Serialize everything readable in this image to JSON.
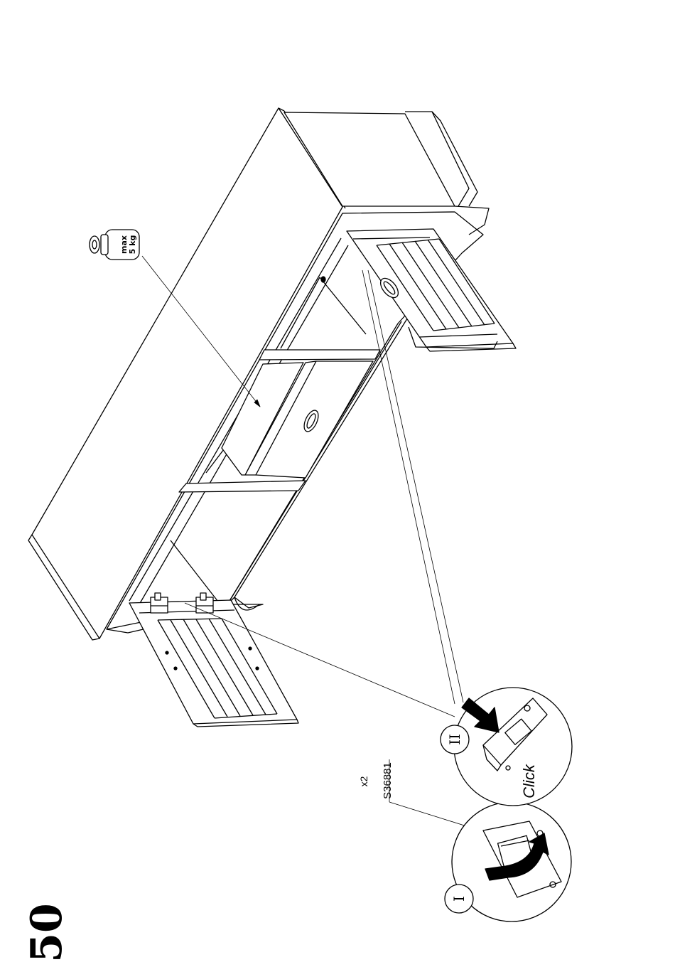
{
  "step": {
    "number": "50"
  },
  "weight_limit": {
    "line1": "max",
    "line2": "5 kg"
  },
  "part": {
    "quantity": "x2",
    "code": "S36881"
  },
  "detail_steps": {
    "first": "I",
    "second": "II"
  },
  "click_label": "Click"
}
